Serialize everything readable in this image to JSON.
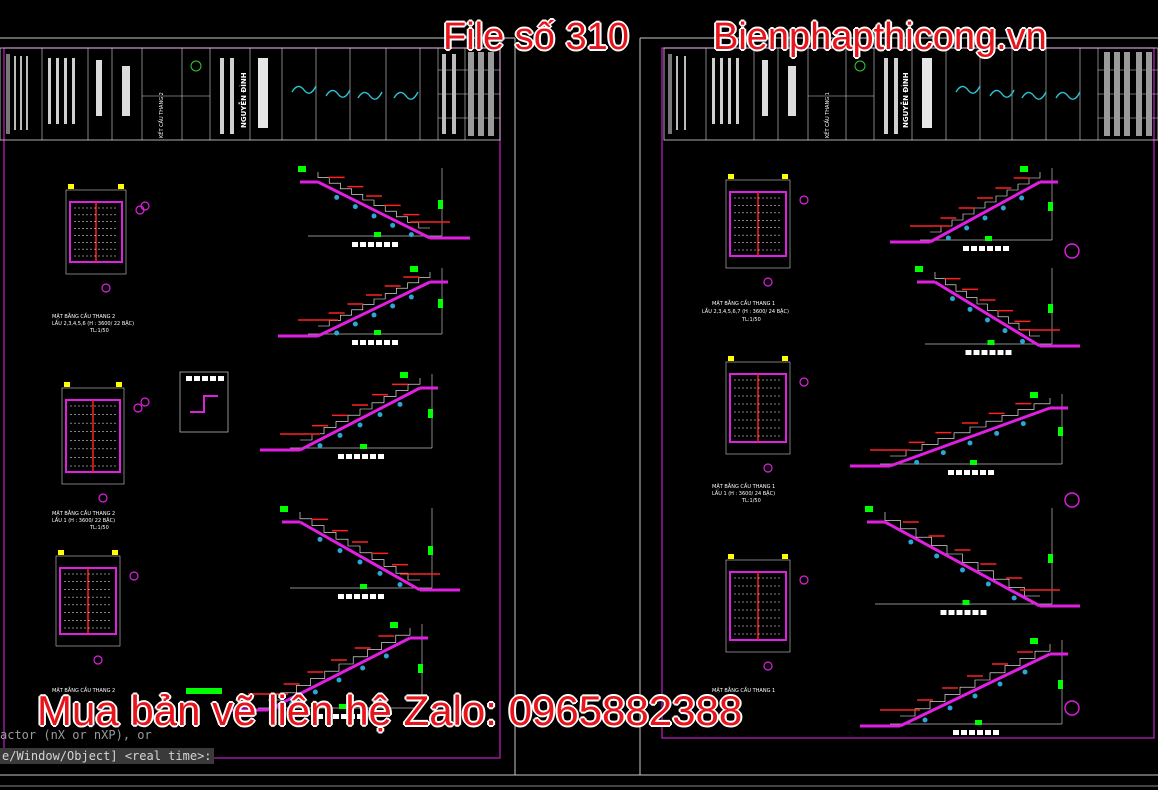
{
  "overlay": {
    "file_label": "File số 310",
    "site_label": "Bienphapthicong.vn",
    "zalo_label": "Mua bản vẽ liên hệ Zalo: 0965882388"
  },
  "command_line": {
    "history": "actor (nX or nXP), or",
    "prompt": "e/Window/Object] <real time>:"
  },
  "sheet_left": {
    "stamp_title": "KẾT CẤU THANG 2",
    "firm": "NGUYỄN ĐÌNH",
    "plans": [
      {
        "title": "MẶT BẰNG CẦU THANG 2",
        "sub": "LẦU 2,3,4,5,6 (H : 3600/ 22 BẬC)",
        "scale": "TL:1/50"
      },
      {
        "title": "MẶT BẰNG CẦU THANG 2",
        "sub": "LẦU 1 (H : 3600/ 22 BẬC)",
        "scale": "TL:1/50"
      },
      {
        "title": "MẶT BẰNG CẦU THANG 2",
        "sub": "",
        "scale": ""
      }
    ]
  },
  "sheet_right": {
    "stamp_title": "KẾT CẤU THANG 1",
    "firm": "NGUYỄN ĐÌNH",
    "plans": [
      {
        "title": "MẶT BẰNG CẦU THANG 1",
        "sub": "LẦU 2,3,4,5,6,7 (H : 3600/ 24 BẬC)",
        "scale": "TL:1/50"
      },
      {
        "title": "MẶT BẰNG CẦU THANG 1",
        "sub": "LẦU 1 (H : 3600/ 24 BẬC)",
        "scale": "TL:1/50"
      },
      {
        "title": "MẶT BẰNG CẦU THANG 1",
        "sub": "",
        "scale": ""
      }
    ]
  },
  "colors": {
    "border": "#c21fc4",
    "stair": "#e020e0",
    "rebar": "#ff2020",
    "dim_marker": "#00ff00",
    "section_node": "#2aa7d6",
    "frame_line": "#c8c8c8"
  }
}
